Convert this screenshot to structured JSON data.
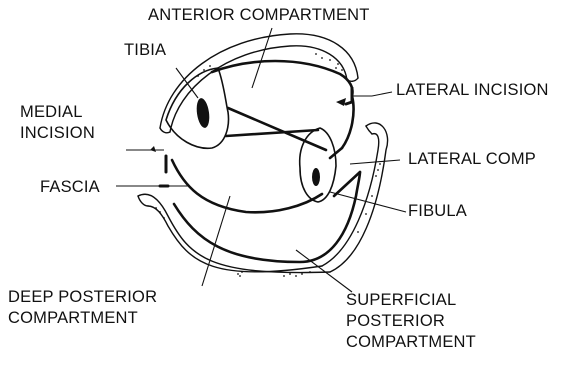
{
  "labels": {
    "anterior_compartment": "ANTERIOR COMPARTMENT",
    "tibia": "TIBIA",
    "medial_incision": [
      "MEDIAL",
      "INCISION"
    ],
    "lateral_incision": "LATERAL INCISION",
    "lateral_comp": "LATERAL COMP",
    "fascia": "FASCIA",
    "fibula": "FIBULA",
    "deep_posterior_compartment": [
      "DEEP POSTERIOR",
      "COMPARTMENT"
    ],
    "superficial_posterior_compartment": [
      "SUPERFICIAL",
      "POSTERIOR",
      "COMPARTMENT"
    ]
  },
  "colors": {
    "ink": "#111111",
    "background": "#ffffff"
  }
}
